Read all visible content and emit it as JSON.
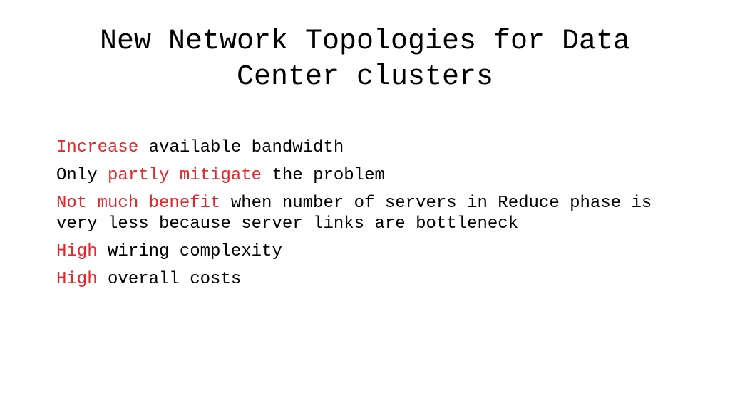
{
  "slide": {
    "title_line1": "New Network Topologies for Data",
    "title_line2": "Center clusters",
    "highlight_color": "#e8252a",
    "text_color": "#000000",
    "bullets": [
      {
        "parts": [
          {
            "text": "Increase",
            "highlight": true
          },
          {
            "text": " available bandwidth",
            "highlight": false
          }
        ]
      },
      {
        "parts": [
          {
            "text": "Only ",
            "highlight": false
          },
          {
            "text": "partly mitigate",
            "highlight": true
          },
          {
            "text": " the problem",
            "highlight": false
          }
        ]
      },
      {
        "parts": [
          {
            "text": "Not much benefit",
            "highlight": true
          },
          {
            "text": " when number of servers in Reduce phase is very less because server links are bottleneck",
            "highlight": false
          }
        ]
      },
      {
        "parts": [
          {
            "text": "High",
            "highlight": true
          },
          {
            "text": " wiring complexity",
            "highlight": false
          }
        ]
      },
      {
        "parts": [
          {
            "text": "High",
            "highlight": true
          },
          {
            "text": " overall costs",
            "highlight": false
          }
        ]
      }
    ]
  }
}
